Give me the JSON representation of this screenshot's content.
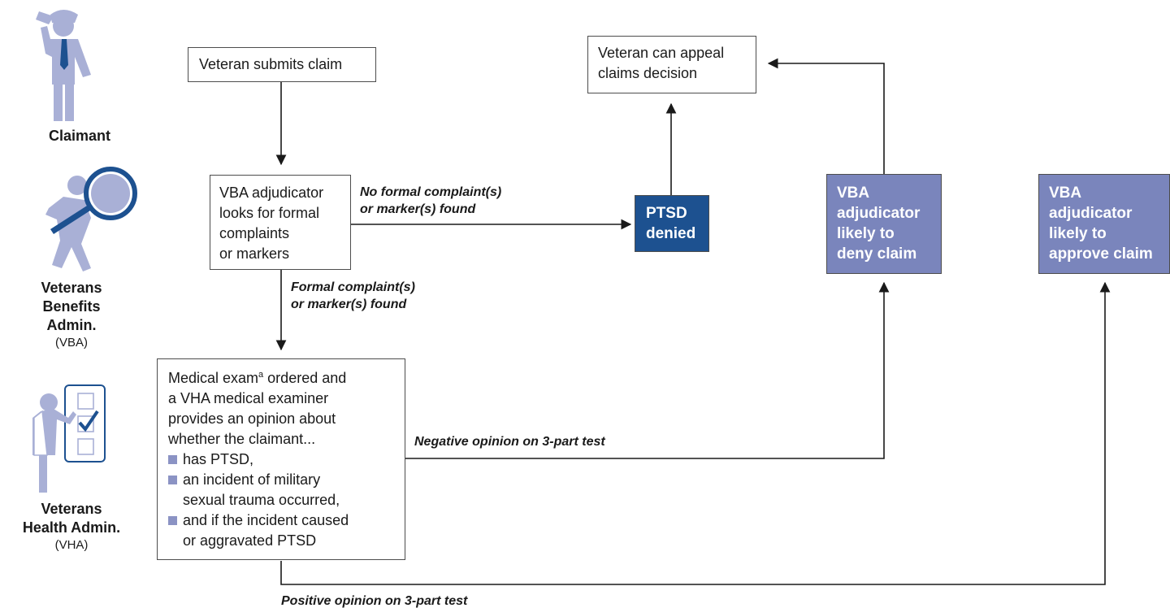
{
  "colors": {
    "line": "#1a1a1a",
    "box_border": "#4d4d4d",
    "denied_fill": "#1d5190",
    "decision_fill": "#7a85bc",
    "bullet": "#8b93c4",
    "icon_fill": "#a9b0d6",
    "icon_dark": "#1d5190"
  },
  "actors": {
    "claimant": {
      "name_lines": [
        "Claimant"
      ],
      "abbr": ""
    },
    "vba": {
      "name_lines": [
        "Veterans",
        "Benefits",
        "Admin."
      ],
      "abbr": "(VBA)"
    },
    "vha": {
      "name_lines": [
        "Veterans",
        "Health Admin."
      ],
      "abbr": "(VHA)"
    }
  },
  "icons": {
    "claimant": "person-saluting-icon",
    "vba": "person-with-magnifying-glass-icon",
    "vha": "examiner-with-checklist-icon"
  },
  "nodes": {
    "submit": {
      "lines": [
        "Veteran submits claim"
      ]
    },
    "appeal": {
      "lines": [
        "Veteran can appeal",
        "claims decision"
      ]
    },
    "adjudicator": {
      "lines": [
        "VBA adjudicator",
        "looks for formal",
        "complaints",
        "or markers"
      ]
    },
    "denied": {
      "lines": [
        "PTSD",
        "denied"
      ]
    },
    "likely_deny": {
      "lines": [
        "VBA",
        "adjudicator",
        "likely to",
        "deny claim"
      ]
    },
    "likely_approve": {
      "lines": [
        "VBA",
        "adjudicator",
        "likely to",
        "approve claim"
      ]
    },
    "exam": {
      "intro_lines": [
        {
          "text": "Medical exam",
          "sup": "a",
          "rest": " ordered and"
        },
        {
          "text": "a VHA medical examiner"
        },
        {
          "text": "provides an opinion about"
        },
        {
          "text": "whether the claimant..."
        }
      ],
      "bullets": [
        [
          "has PTSD,"
        ],
        [
          "an incident of military",
          "sexual trauma occurred,"
        ],
        [
          "and if the incident caused",
          "or aggravated PTSD"
        ]
      ]
    }
  },
  "edges": {
    "no_complaint": {
      "lines": [
        "No formal complaint(s)",
        "or marker(s) found"
      ]
    },
    "complaint_found": {
      "lines": [
        "Formal complaint(s)",
        "or marker(s) found"
      ]
    },
    "negative": {
      "lines": [
        "Negative opinion on 3-part test"
      ]
    },
    "positive": {
      "lines": [
        "Positive opinion on 3-part test"
      ]
    }
  }
}
